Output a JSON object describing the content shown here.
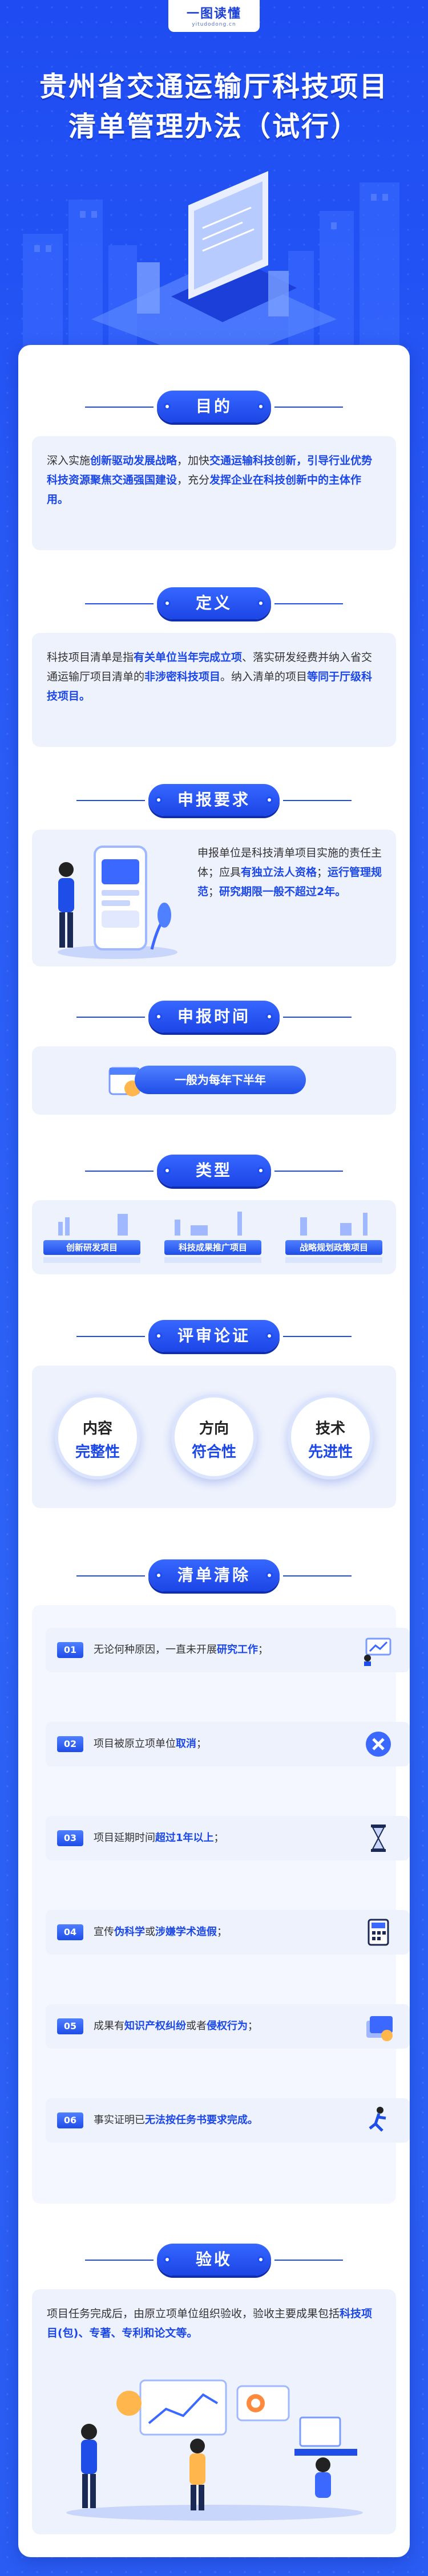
{
  "header": {
    "badge_title": "一图读懂",
    "badge_sub": "yitudodong.cn",
    "title_line1": "贵州省交通运输厅科技项目",
    "title_line2": "清单管理办法（试行）"
  },
  "colors": {
    "brand": "#1e4cf2",
    "accent": "#1b47e8",
    "panel": "#eef2fd"
  },
  "purpose": {
    "heading": "目的",
    "segments": [
      {
        "t": "深入实施"
      },
      {
        "t": "创新驱动发展战略",
        "h": true
      },
      {
        "t": "，加快"
      },
      {
        "t": "交通运输科技创新",
        "h": true
      },
      {
        "t": "，引导行业优势科技资源聚焦交通强国建设",
        "h": true
      },
      {
        "t": "，充分"
      },
      {
        "t": "发挥企业在科技创新中的主体作用。",
        "h": true
      }
    ]
  },
  "definition": {
    "heading": "定义",
    "segments": [
      {
        "t": "科技项目清单是指"
      },
      {
        "t": "有关单位当年完成立项",
        "h": true
      },
      {
        "t": "、落实研发经费并纳入省交通运输厅项目清单的"
      },
      {
        "t": "非涉密科技项目",
        "h": true
      },
      {
        "t": "。纳入清单的项目"
      },
      {
        "t": "等同于厅级科技项目。",
        "h": true
      }
    ]
  },
  "requirements": {
    "heading": "申报要求",
    "segments": [
      {
        "t": "申报单位是科技清单项目实施的责任主体；应具"
      },
      {
        "t": "有独立法人资格",
        "h": true
      },
      {
        "t": "；"
      },
      {
        "t": "运行管理规范",
        "h": true
      },
      {
        "t": "；"
      },
      {
        "t": "研究期限一般不超过2年。",
        "h": true
      }
    ]
  },
  "timing": {
    "heading": "申报时间",
    "value": "一般为每年下半年"
  },
  "types": {
    "heading": "类型",
    "items": [
      "创新研发项目",
      "科技成果推广项目",
      "战略规划政策项目"
    ]
  },
  "review": {
    "heading": "评审论证",
    "items": [
      {
        "top": "内容",
        "bottom": "完整性"
      },
      {
        "top": "方向",
        "bottom": "符合性"
      },
      {
        "top": "技术",
        "bottom": "先进性"
      }
    ]
  },
  "removal": {
    "heading": "清单清除",
    "items": [
      {
        "num": "01",
        "segments": [
          {
            "t": "无论何种原因，一直未开展"
          },
          {
            "t": "研究工作",
            "h": true
          },
          {
            "t": "；"
          }
        ],
        "icon": "presentation-icon"
      },
      {
        "num": "02",
        "segments": [
          {
            "t": "项目被原立项单位"
          },
          {
            "t": "取消",
            "h": true
          },
          {
            "t": "；"
          }
        ],
        "icon": "cancel-icon"
      },
      {
        "num": "03",
        "segments": [
          {
            "t": "项目延期时间"
          },
          {
            "t": "超过1年以上",
            "h": true
          },
          {
            "t": "；"
          }
        ],
        "icon": "hourglass-icon"
      },
      {
        "num": "04",
        "segments": [
          {
            "t": "宣传"
          },
          {
            "t": "伪科学",
            "h": true
          },
          {
            "t": "或"
          },
          {
            "t": "涉嫌学术造假",
            "h": true
          },
          {
            "t": "；"
          }
        ],
        "icon": "calculator-icon"
      },
      {
        "num": "05",
        "segments": [
          {
            "t": "成果有"
          },
          {
            "t": "知识产权纠纷",
            "h": true
          },
          {
            "t": "或者"
          },
          {
            "t": "侵权行为",
            "h": true
          },
          {
            "t": "；"
          }
        ],
        "icon": "document-stack-icon"
      },
      {
        "num": "06",
        "segments": [
          {
            "t": "事实证明已"
          },
          {
            "t": "无法按任务书要求完成。",
            "h": true
          }
        ],
        "icon": "runner-icon"
      }
    ]
  },
  "acceptance": {
    "heading": "验收",
    "segments": [
      {
        "t": "项目任务完成后，由原立项单位组织验收，验收主要成果包括"
      },
      {
        "t": "科技项目(包)、专著、专利和论文等。",
        "h": true
      }
    ]
  }
}
